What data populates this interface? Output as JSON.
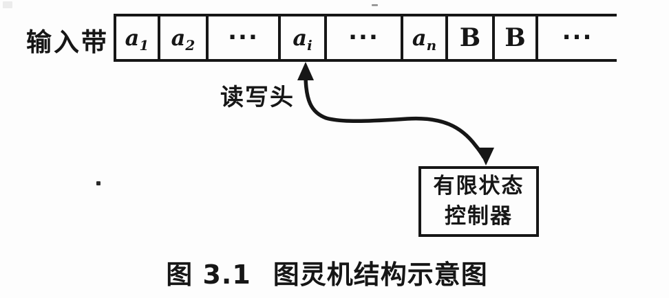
{
  "diagram": {
    "input_tape_label": "输入带",
    "read_write_head_label": "读写头",
    "tape": {
      "cells": [
        {
          "base": "a",
          "sub": "1"
        },
        {
          "base": "a",
          "sub": "2"
        },
        {
          "text": "..."
        },
        {
          "base": "a",
          "sub": "i"
        },
        {
          "text": "..."
        },
        {
          "base": "a",
          "sub": "n"
        },
        {
          "text": "B"
        },
        {
          "text": "B"
        },
        {
          "text": "..."
        }
      ]
    },
    "controller": {
      "line1": "有限状态",
      "line2": "控制器"
    },
    "caption": {
      "figure_label": "图 3.1",
      "title": "图灵机结构示意图"
    },
    "colors": {
      "ink": "#161616",
      "background": "#fdfdfd"
    }
  }
}
